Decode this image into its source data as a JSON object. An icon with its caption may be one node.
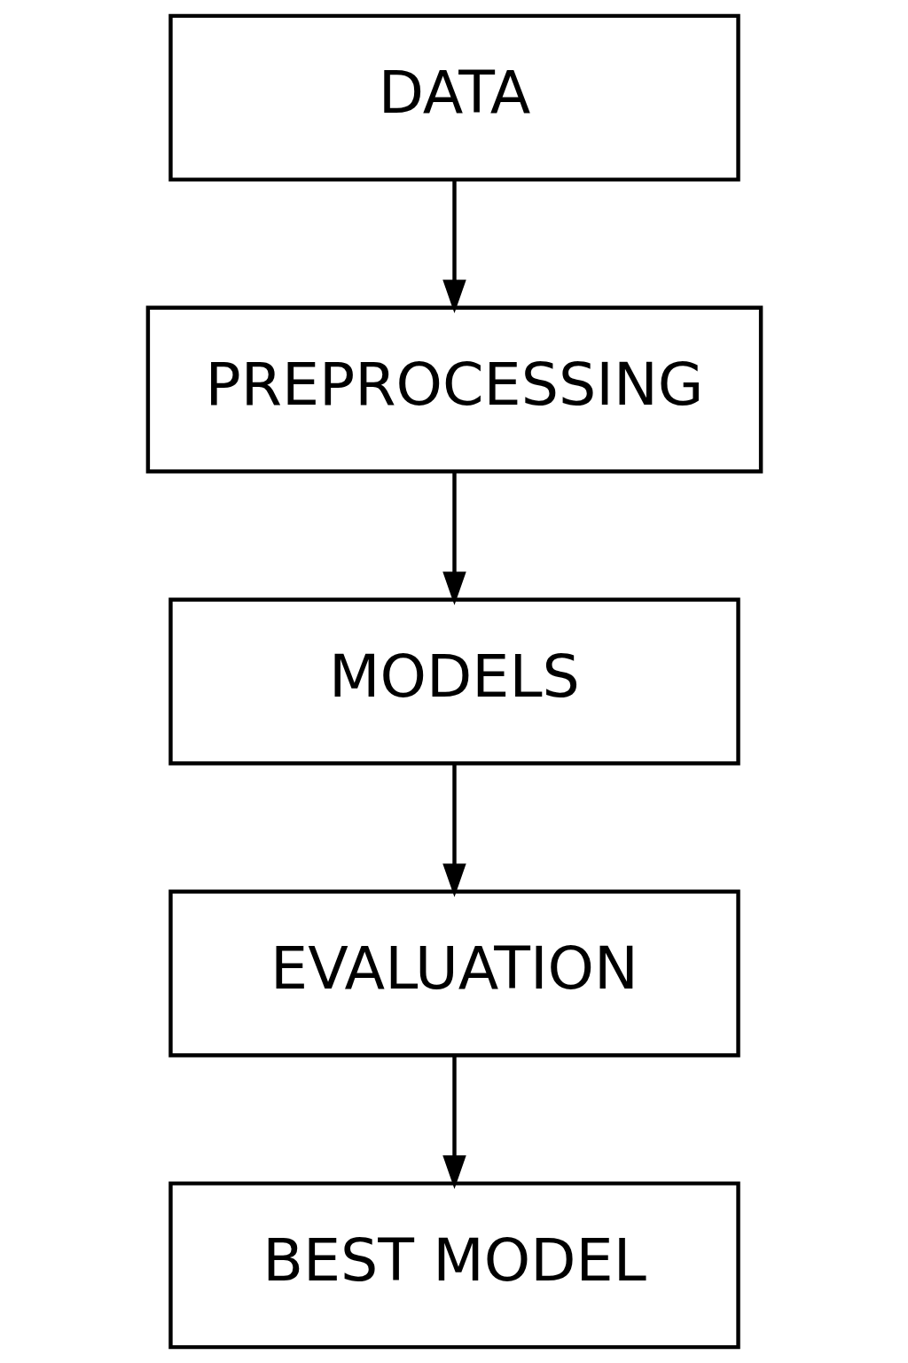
{
  "diagram": {
    "nodes": [
      {
        "text": [
          "DATA"
        ]
      },
      {
        "text": [
          "PREPROCESSING"
        ]
      },
      {
        "text": [
          "MODELS"
        ]
      },
      {
        "text": [
          "EVALUATION"
        ]
      },
      {
        "text": [
          "BEST MODEL"
        ]
      }
    ],
    "edges": [
      {
        "from": 0,
        "to": 1,
        "arrow": "to"
      },
      {
        "from": 1,
        "to": 2,
        "arrow": "to"
      },
      {
        "from": 2,
        "to": 3,
        "arrow": "to"
      },
      {
        "from": 3,
        "to": 4,
        "arrow": "to"
      }
    ]
  }
}
